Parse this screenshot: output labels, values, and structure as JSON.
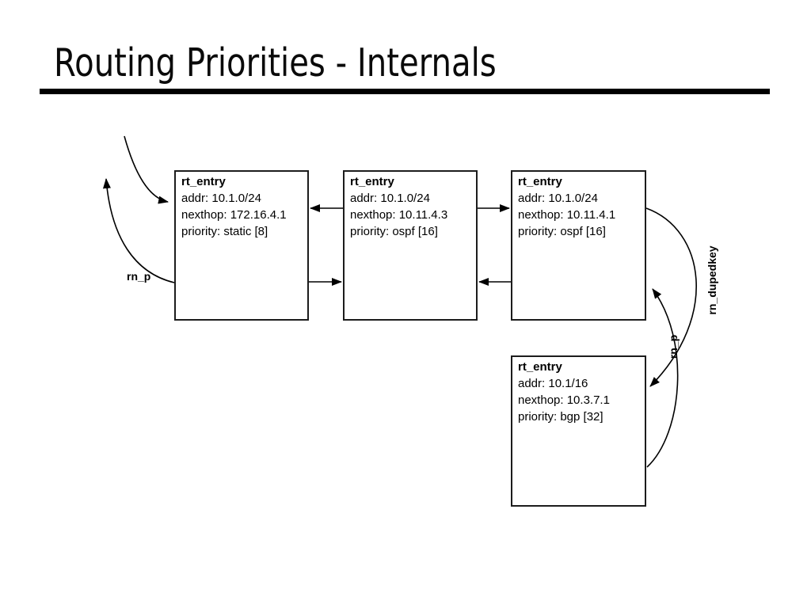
{
  "slide": {
    "title": "Routing Priorities - Internals"
  },
  "diagram": {
    "nodes": [
      {
        "title": "rt_entry",
        "fields": [
          "addr: 10.1.0/24",
          "nexthop: 172.16.4.1",
          "priority: static [8]"
        ]
      },
      {
        "title": "rt_entry",
        "fields": [
          "addr: 10.1.0/24",
          "nexthop: 10.11.4.3",
          "priority: ospf [16]"
        ]
      },
      {
        "title": "rt_entry",
        "fields": [
          "addr: 10.1.0/24",
          "nexthop: 10.11.4.1",
          "priority: ospf [16]"
        ]
      },
      {
        "title": "rt_entry",
        "fields": [
          "addr: 10.1/16",
          "nexthop: 10.3.7.1",
          "priority: bgp [32]"
        ]
      }
    ],
    "edge_labels": {
      "left_rn_p": "rn_p",
      "right_rn_p": "rn_p",
      "rn_dupedkey": "rn_dupedkey"
    },
    "colors": {
      "ink": "#000000",
      "background": "#ffffff"
    }
  }
}
